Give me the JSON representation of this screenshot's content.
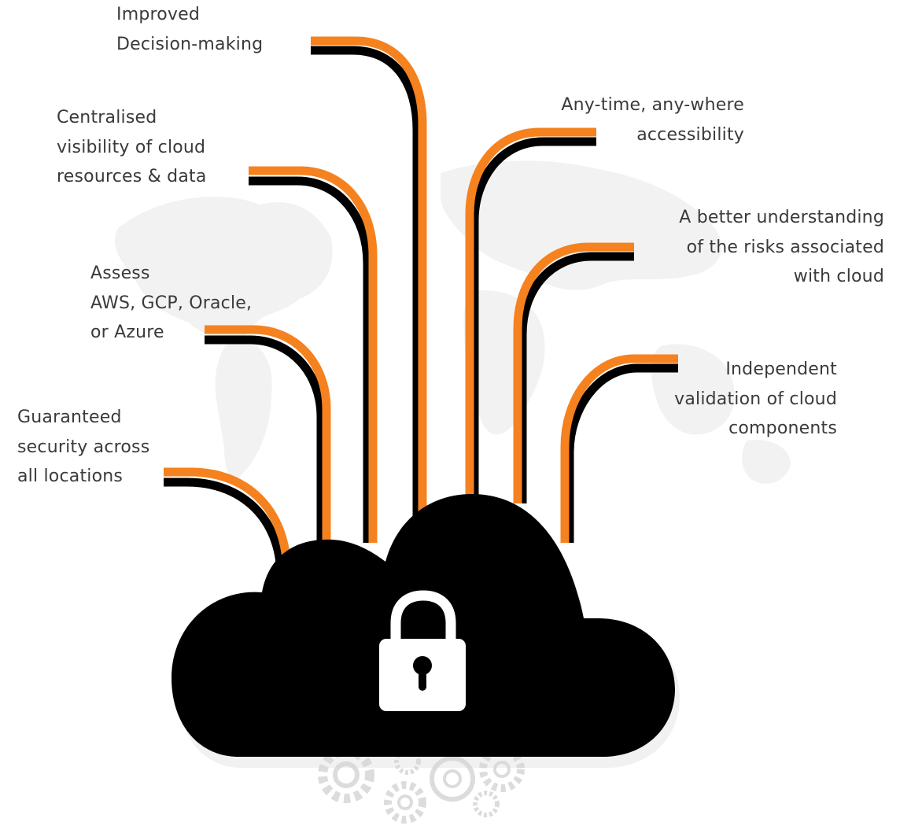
{
  "colors": {
    "accent": "#f5821f",
    "cloud": "#000000",
    "text": "#3a3a3a",
    "lock": "#ffffff",
    "watermark": "#f1f1f1"
  },
  "benefits": [
    {
      "id": "decision-making",
      "lines": [
        "Improved",
        "Decision-making"
      ],
      "align": "left"
    },
    {
      "id": "centralised-visibility",
      "lines": [
        "Centralised",
        "visibility of cloud",
        "resources & data"
      ],
      "align": "left"
    },
    {
      "id": "assess-clouds",
      "lines": [
        "Assess",
        "AWS, GCP, Oracle,",
        "or Azure"
      ],
      "align": "left"
    },
    {
      "id": "guaranteed-security",
      "lines": [
        "Guaranteed",
        "security across",
        "all locations"
      ],
      "align": "left"
    },
    {
      "id": "accessibility",
      "lines": [
        "Any-time, any-where",
        "accessibility"
      ],
      "align": "right"
    },
    {
      "id": "risk-understanding",
      "lines": [
        "A better understanding",
        "of the risks associated",
        "with cloud"
      ],
      "align": "right"
    },
    {
      "id": "independent-validation",
      "lines": [
        "Independent",
        "validation of cloud",
        "components"
      ],
      "align": "right"
    }
  ],
  "icons": {
    "center": "padlock-icon",
    "background": "world-map",
    "bottom": "gears-icon"
  }
}
